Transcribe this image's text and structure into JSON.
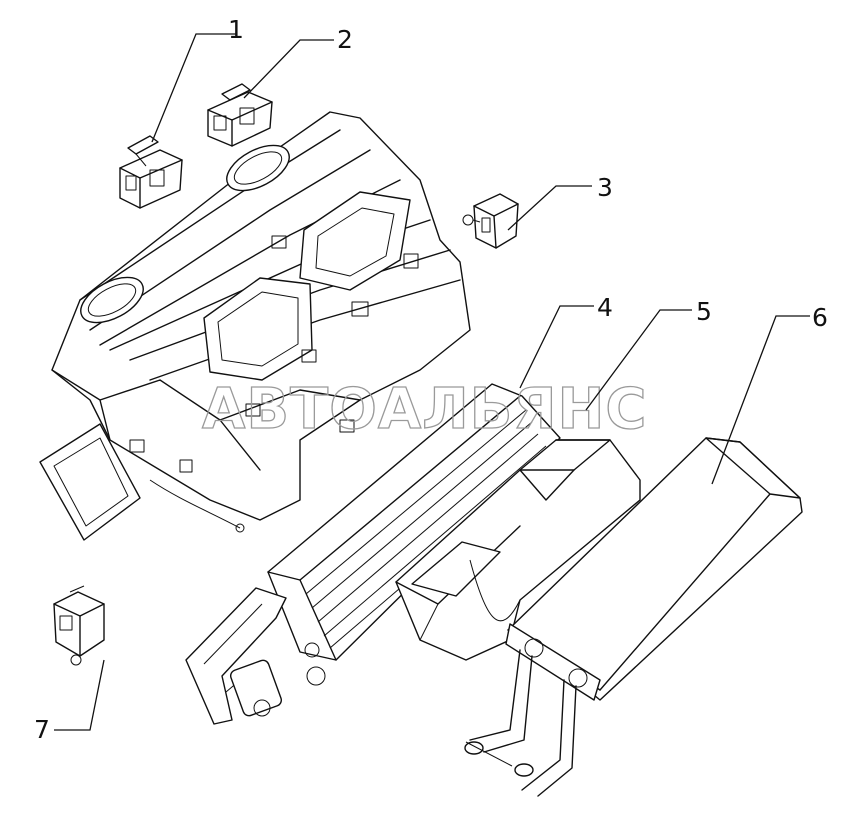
{
  "watermark": "АВТОАЛЬЯНС",
  "callouts": [
    {
      "id": "1",
      "label": "1"
    },
    {
      "id": "2",
      "label": "2"
    },
    {
      "id": "3",
      "label": "3"
    },
    {
      "id": "4",
      "label": "4"
    },
    {
      "id": "5",
      "label": "5"
    },
    {
      "id": "6",
      "label": "6"
    },
    {
      "id": "7",
      "label": "7"
    }
  ]
}
